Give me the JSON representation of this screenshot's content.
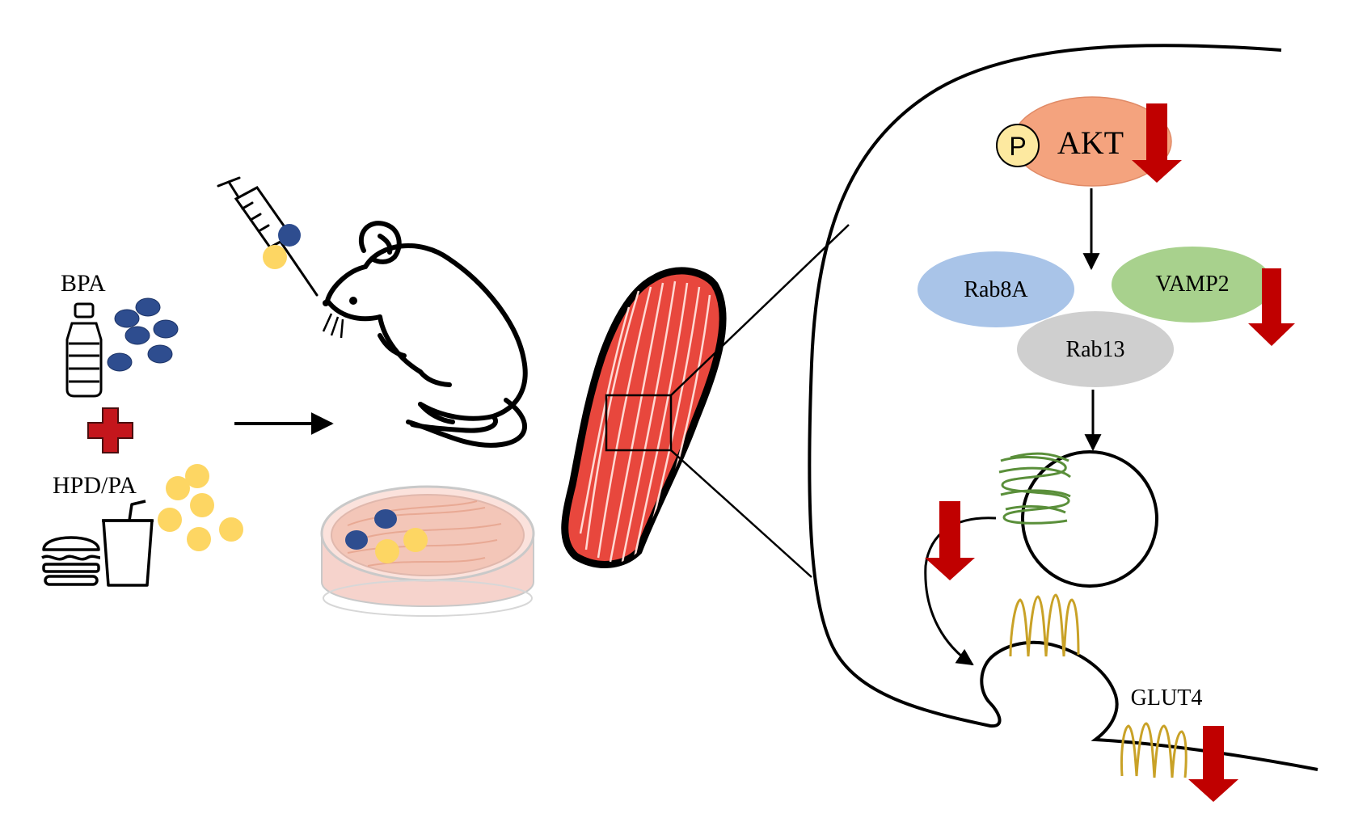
{
  "labels": {
    "bpa": "BPA",
    "hpd_pa": "HPD/PA",
    "phospho": "P",
    "akt": "AKT",
    "rab8a": "Rab8A",
    "vamp2": "VAMP2",
    "rab13": "Rab13",
    "glut4": "GLUT4"
  },
  "colors": {
    "bpa_dot": "#2e4d8f",
    "pa_dot": "#fdd663",
    "cross": "#c4161c",
    "down_arrow": "#c00000",
    "akt": "#f4a37e",
    "phospho": "#fde9a0",
    "rab8a": "#a9c4e8",
    "vamp2": "#a8d18d",
    "rab13": "#cfcfcf",
    "muscle": "#e8473d",
    "coil_green": "#5a8f3a",
    "coil_gold": "#c9a227",
    "dish": "#f8d0c8"
  },
  "icons": {
    "bottle": "water-bottle-icon",
    "food": "burger-and-drink-icon",
    "syringe": "syringe-icon",
    "mouse": "mouse-icon",
    "dish": "petri-dish-icon",
    "muscle": "muscle-fiber-icon"
  }
}
